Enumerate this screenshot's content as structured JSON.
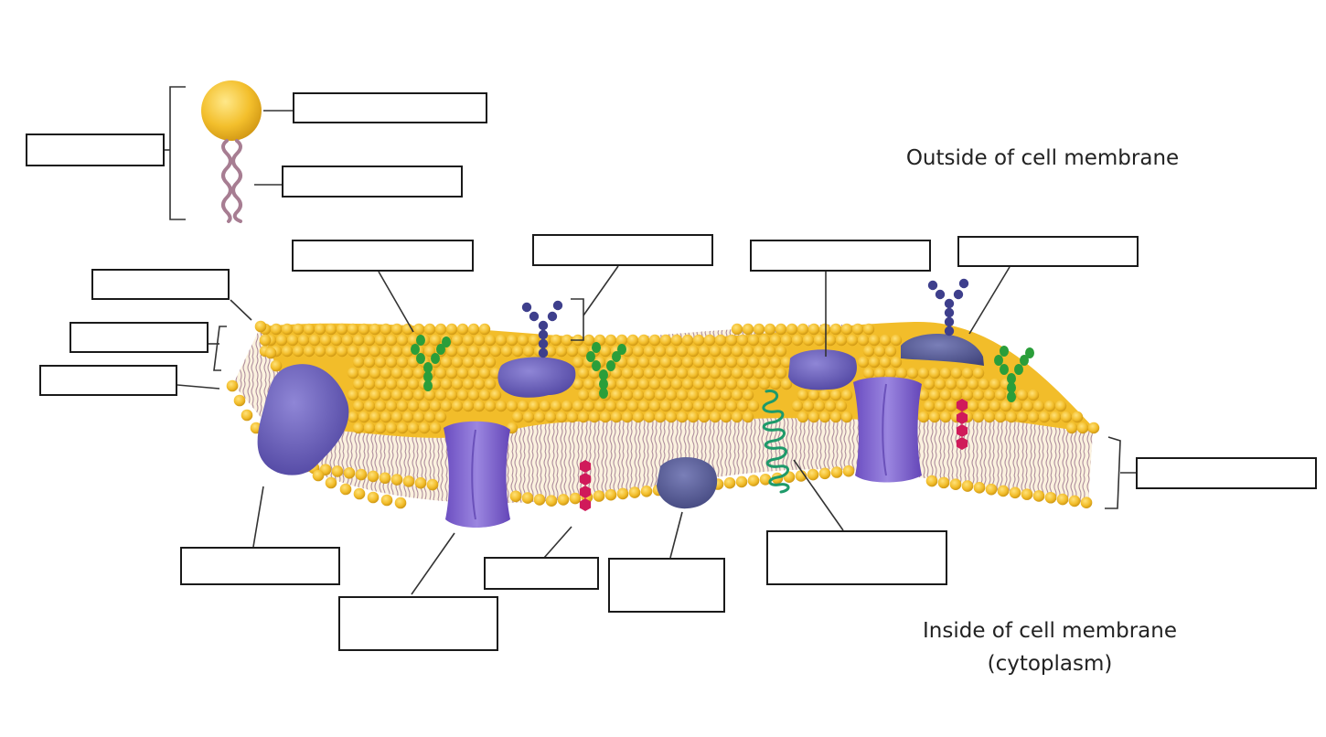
{
  "labels": {
    "outside": "Outside of cell membrane",
    "inside": "Inside of cell membrane",
    "inside_sub": "(cytoplasm)"
  },
  "colors": {
    "phospholipid_head": "#f2bd2a",
    "phospholipid_head_shade": "#c8900f",
    "tail": "#a58195",
    "bilayer_core": "#fbf2df",
    "integral_protein": "#7a5cc7",
    "peripheral_protein": "#555a95",
    "glycan_chain": "#2a9e3a",
    "glycan_on_protein": "#3e3f8c",
    "cholesterol": "#d01a5a",
    "helix_protein": "#1e9a6a",
    "leader_line": "#333333",
    "box_border": "#1a1a1a"
  },
  "blank_label_boxes": [
    {
      "id": "phospholipid"
    },
    {
      "id": "hydrophilic-head"
    },
    {
      "id": "hydrophobic-tails"
    },
    {
      "id": "glycolipid"
    },
    {
      "id": "glycoprotein"
    },
    {
      "id": "peripheral-protein-top"
    },
    {
      "id": "glycoprotein-dome"
    },
    {
      "id": "outer-layer"
    },
    {
      "id": "bilayer-tails"
    },
    {
      "id": "inner-layer"
    },
    {
      "id": "membrane-thickness"
    },
    {
      "id": "integral-protein-left"
    },
    {
      "id": "channel-protein"
    },
    {
      "id": "cholesterol"
    },
    {
      "id": "peripheral-protein-inner"
    },
    {
      "id": "alpha-helix-protein"
    }
  ]
}
